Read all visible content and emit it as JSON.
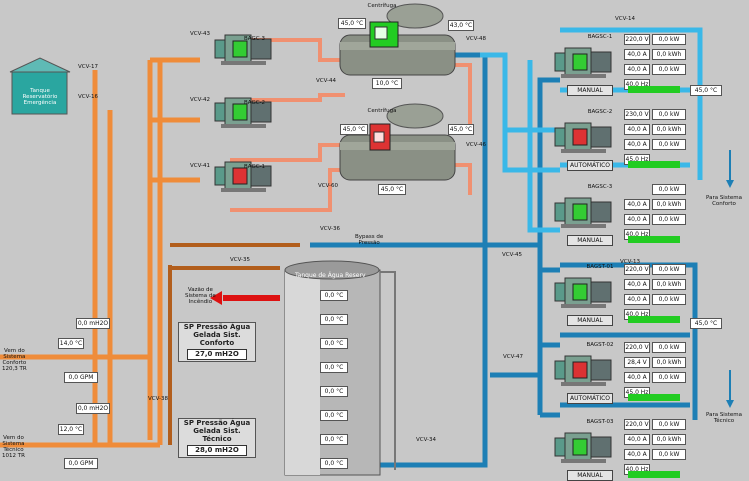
{
  "colors": {
    "condensation": "#ef8c3a",
    "hot": "#f08070",
    "chilled": "#1d7fb5",
    "chilled_light": "#3ab8e8",
    "tank": "#aaaaaa",
    "pump_on": "#33cc33",
    "pump_off": "#dd3333"
  },
  "chillers": [
    {
      "title": "Centrífuga",
      "status": "on",
      "top_val": "45,0 °C",
      "left_val": "10,0 °C",
      "right_val": "43,0 °C"
    },
    {
      "title": "Centrífuga",
      "status": "off",
      "top_val": "45,0 °C",
      "left_val": "45,0 °C",
      "right_val": "45,0 °C"
    }
  ],
  "cond_pumps": [
    {
      "label": "BAGC-3",
      "status": "on"
    },
    {
      "label": "BAGC-2",
      "status": "on"
    },
    {
      "label": "BAGC-1",
      "status": "off"
    }
  ],
  "cond_valves": [
    "VCV-43",
    "VCV-42",
    "VCV-41"
  ],
  "tank": {
    "title": "Tanque de Água Reserv",
    "label": "Tanque Reservatório Emergência",
    "values": [
      "0,0 °C",
      "0,0 °C",
      "0,0 °C",
      "0,0 °C",
      "0,0 °C",
      "0,0 °C",
      "0,0 °C",
      "0,0 °C"
    ],
    "valves": [
      "VCV-17",
      "VCV-16"
    ]
  },
  "primary_pumps": [
    {
      "label": "BAGSC-1",
      "status": "on",
      "mode": "MANUAL",
      "values": [
        "220,0 V",
        "40,0 A",
        "40,0 A",
        "40,0 Hz"
      ],
      "power": [
        "0,0 kW",
        "0,0 kWh",
        "0,0 kW"
      ]
    },
    {
      "label": "BAGSC-2",
      "status": "off",
      "mode": "AUTOMÁTICO",
      "values": [
        "230,0 V",
        "40,0 A",
        "40,0 A",
        "45,0 Hz"
      ],
      "power": [
        "0,0 kW",
        "0,0 kWh",
        "0,0 kW"
      ]
    },
    {
      "label": "BAGSC-3",
      "status": "on",
      "mode": "MANUAL",
      "values": [
        "",
        "40,0 A",
        "40,0 A",
        "40,0 Hz"
      ],
      "power": [
        "0,0 kW",
        "0,0 kWh",
        "0,0 kW"
      ]
    }
  ],
  "secondary_pumps": [
    {
      "label": "BAGST-01",
      "status": "on",
      "mode": "MANUAL",
      "values": [
        "220,0 V",
        "40,0 A",
        "40,0 A",
        "40,0 Hz"
      ],
      "power": [
        "0,0 kW",
        "0,0 kWh",
        "0,0 kW"
      ]
    },
    {
      "label": "BAGST-02",
      "status": "off",
      "mode": "AUTOMÁTICO",
      "values": [
        "220,0 V",
        "28,4 V",
        "40,0 A",
        "45,0 Hz"
      ],
      "power": [
        "0,0 kW",
        "0,0 kWh",
        "0,0 kW"
      ]
    },
    {
      "label": "BAGST-03",
      "status": "on",
      "mode": "MANUAL",
      "values": [
        "220,0 V",
        "40,0 A",
        "40,0 A",
        "40,0 Hz"
      ],
      "power": [
        "0,0 kW",
        "0,0 kWh",
        "0,0 kW"
      ]
    }
  ],
  "valves": {
    "vcv36": "VCV-36",
    "vcv45": "VCV-45",
    "vcv46": "VCV-46",
    "vcv47": "VCV-47",
    "vcv48": "VCV-48",
    "vcv13": "VCV-13",
    "vcv14": "VCV-14",
    "vcv35": "VCV-35",
    "vcv38": "VCV-38",
    "vcv34": "VCV-34",
    "vcv60": "VCV-60",
    "vcv44": "VCV-44"
  },
  "right_vals": [
    "45,0 °C",
    "45,0 °C"
  ],
  "texts": {
    "bypass": "Bypass de\nPressão",
    "emergency": "Vazão de\nSistema de\nIncêndio",
    "to_confort": "Para Sistema\nConforto",
    "to_technic": "Para Sistema\nTécnico",
    "from_confort": "Vem do\nSistema\nConforto\n120,3 TR",
    "from_technic": "Vem do\nSistema\nTécnico\n1012 TR"
  },
  "left_inputs": {
    "confort_flow": "0,0 GPM",
    "confort_temp": "14,0 °C",
    "confort_p": "0,0 mH2O",
    "technic_flow": "0,0 GPM",
    "technic_temp": "12,0 °C",
    "technic_p": "0,0 mH2O"
  },
  "setpoints": [
    {
      "title": "SP Pressão Água Gelada Sist. Conforto",
      "value": "27,0 mH2O"
    },
    {
      "title": "SP Pressão Água Gelada Sist. Técnico",
      "value": "28,0 mH2O"
    }
  ]
}
